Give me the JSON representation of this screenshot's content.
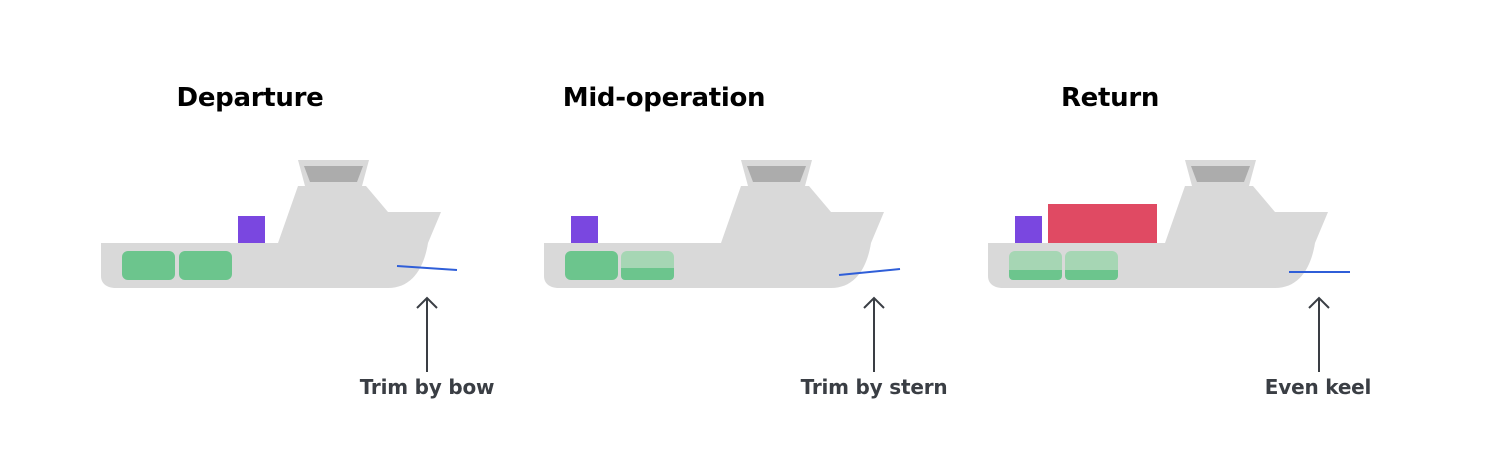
{
  "colors": {
    "hull": "#d9d9d9",
    "funnel": "#acacac",
    "tank_full": "#6cc58d",
    "tank_partial": "#9fd2ad",
    "tank_partial_border": "#6cc58d",
    "purple_cargo": "#7a47e0",
    "red_container": "#e04a63",
    "waterline": "#2f5ed8",
    "arrow": "#3a3e44",
    "label_text": "#3a3e44"
  },
  "panels": [
    {
      "title": "Departure",
      "trim_label": "Trim by bow",
      "tanks": [
        "full",
        "full"
      ],
      "cargo": [
        "purple-box"
      ]
    },
    {
      "title": "Mid-operation",
      "trim_label": "Trim by stern",
      "tanks": [
        "full",
        "partial"
      ],
      "cargo": [
        "purple-box"
      ]
    },
    {
      "title": "Return",
      "trim_label": "Even keel",
      "tanks": [
        "partial",
        "partial"
      ],
      "cargo": [
        "purple-box",
        "red-container"
      ]
    }
  ]
}
